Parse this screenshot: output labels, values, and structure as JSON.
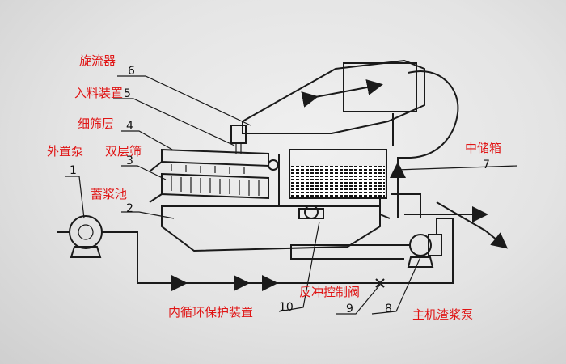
{
  "labels": {
    "cyclone": "旋流器",
    "feeder": "入料装置",
    "fine_screen": "细筛层",
    "ext_pump": "外置泵",
    "double_screen": "双层筛",
    "slurry_tank": "蓄浆池",
    "mid_tank": "中储箱",
    "inner_protect": "内循环保护装置",
    "backflush_valve": "反冲控制阀",
    "main_pump": "主机渣浆泵"
  },
  "numbers": {
    "n1": "1",
    "n2": "2",
    "n3": "3",
    "n4": "4",
    "n5": "5",
    "n6": "6",
    "n7": "7",
    "n8": "8",
    "n9": "9",
    "n10": "10"
  },
  "colors": {
    "label_red": "#e01515",
    "label_yellow": "#d6a600",
    "line": "#1a1a1a"
  }
}
